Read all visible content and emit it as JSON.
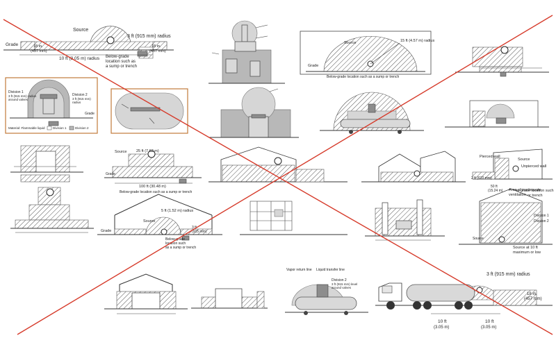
{
  "colors": {
    "cross": "#d63b2b",
    "frame_border": "#c27a3a",
    "hatch": "#555555",
    "zone_grey": "#b8b8b8"
  },
  "panels": {
    "a1": {
      "source": "Source",
      "radius_label": "3 ft (915 mm) radius",
      "grade": "Grade",
      "left_height": "18 in.",
      "left_height_mm": "(457 mm)",
      "right_height": "18 in.",
      "right_height_mm": "(457 mm)",
      "bottom_radius": "10 ft (3.05 m) radius",
      "below_grade_1": "Below-grade",
      "below_grade_2": "location such as",
      "below_grade_3": "a sump or trench"
    },
    "a3": {
      "source": "Source",
      "radius": "15 ft (4.57 m) radius",
      "grade": "Grade",
      "below_grade": "Below-grade location such as a sump or trench"
    },
    "b1": {
      "division1": "Division 1",
      "division1_sub": "3 ft (915 mm) radius",
      "division1_sub2": "around valves",
      "division2": "Division 2",
      "division2_sub": "3 ft (915 mm)",
      "division2_sub2": "radius",
      "grade": "Grade",
      "material": "Material: Flammable liquid",
      "legend1": "Division 1",
      "legend2": "Division 2"
    },
    "c5": {
      "source": "Source",
      "pierced_wall": "Pierced wall",
      "unpierced_wall": "Unpierced wall",
      "dim_left": "2 ft (610 mm)",
      "dim_mid": "50 ft",
      "dim_mid2": "(15.24 m)",
      "below_grade_1": "Below-grade location such",
      "below_grade_2": "as a sump or trench"
    },
    "d1": {
      "dim": "25 ft (7.62 m)",
      "source": "Source",
      "grade": "Grade",
      "bottom": "100 ft (30.48 m)",
      "below_grade": "Below-grade location such as a sump or trench"
    },
    "d2": {
      "source": "Source",
      "radius": "5 ft (1.52 m) radius",
      "dim2": "3 ft",
      "dim2b": "(915 mm)",
      "grade": "Grade",
      "below_1": "Below-grade",
      "below_2": "location such",
      "below_3": "as a sump or trench"
    },
    "d5": {
      "ventilation": "Area of inadequate",
      "ventilation2": "ventilation",
      "division1": "Division 1",
      "division2": "Division 2",
      "source": "Source",
      "source_at": "Source at 10 ft",
      "source_at2": "maximum or low"
    },
    "e5": {
      "radius": "3 ft (915 mm) radius",
      "height": "18 in.",
      "height2": "(457 mm)",
      "dim1": "10 ft",
      "dim1b": "(3.05 m)",
      "dim2": "10 ft",
      "dim2b": "(3.05 m)"
    },
    "e4": {
      "vapor": "Vapor return line",
      "liquid": "Liquid transfer line",
      "division": "Division 2",
      "division_sub": "3 ft (915 mm) level",
      "division_sub2": "around valves"
    }
  }
}
